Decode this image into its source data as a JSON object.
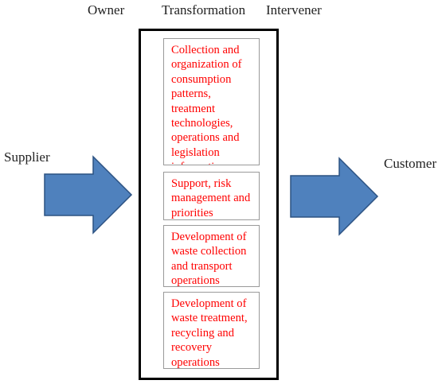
{
  "header": {
    "owner": "Owner",
    "transformation": "Transformation",
    "intervener": "Intervener"
  },
  "supplier": "Supplier",
  "customer": "Customer",
  "steps": [
    "Collection and organization of consumption patterns, treatment technologies, operations and legislation information",
    "Support, risk management and priorities",
    "Development of waste collection and transport operations",
    "Development of waste treatment, recycling and recovery operations"
  ],
  "colors": {
    "step_text": "#ff0000",
    "arrow_fill": "#4f81bd",
    "arrow_stroke": "#2c5282",
    "box_border": "#000000"
  }
}
